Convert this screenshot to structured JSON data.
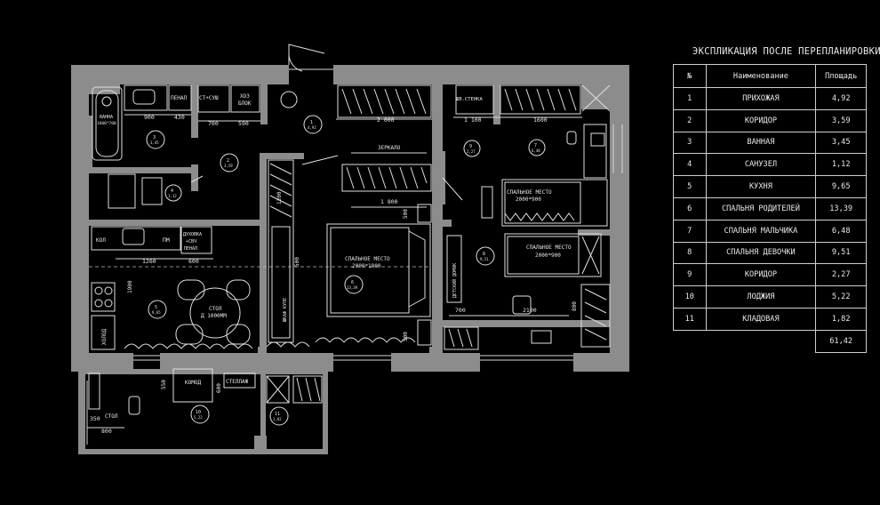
{
  "explication": {
    "title": "ЭКСПЛИКАЦИЯ ПОСЛЕ ПЕРЕПЛАНИРОВКИ",
    "headers": [
      "№",
      "Наименование",
      "Площадь"
    ],
    "rows": [
      {
        "n": "1",
        "name": "ПРИХОЖАЯ",
        "area": "4,92"
      },
      {
        "n": "2",
        "name": "КОРИДОР",
        "area": "3,59"
      },
      {
        "n": "3",
        "name": "ВАННАЯ",
        "area": "3,45"
      },
      {
        "n": "4",
        "name": "САНУЗЕЛ",
        "area": "1,12"
      },
      {
        "n": "5",
        "name": "КУХНЯ",
        "area": "9,65"
      },
      {
        "n": "6",
        "name": "СПАЛЬНЯ РОДИТЕЛЕЙ",
        "area": "13,39"
      },
      {
        "n": "7",
        "name": "СПАЛЬНЯ МАЛЬЧИКА",
        "area": "6,48"
      },
      {
        "n": "8",
        "name": "СПАЛЬНЯ ДЕВОЧКИ",
        "area": "9,51"
      },
      {
        "n": "9",
        "name": "КОРИДОР",
        "area": "2,27"
      },
      {
        "n": "10",
        "name": "ЛОДЖИЯ",
        "area": "5,22"
      },
      {
        "n": "11",
        "name": "КЛАДОВАЯ",
        "area": "1,82"
      }
    ],
    "total": "61,42"
  },
  "plan": {
    "labels": {
      "bath": "ВАННА",
      "bath_size": "1600*700",
      "penal": "ПЕНАЛ",
      "st_sush": "СТ+СУШ",
      "hoz": "ХОЗ",
      "blok": "БЛОК",
      "mirror": "ЗЕРКАЛО",
      "shkaf_stenka": "ШВ.СТЕНКА",
      "bed_parents": "СПАЛЬНОЕ МЕСТО",
      "bed_parents_size": "2000*1800",
      "bed_boy": "СПАЛЬНОЕ МЕСТО",
      "bed_boy_size": "2000*900",
      "bed_girl": "СПАЛЬНОЕ МЕСТО",
      "bed_girl_size": "2000*900",
      "table": "СТОЛ",
      "table_size": "Д 1000ММ",
      "pm": "ПМ",
      "oven": "ДУХОВКА",
      "svch": "+СВЧ",
      "oven_penal": "ПЕНАЛ",
      "fridge": "ХОЛОД",
      "kol": "КОЛ",
      "komod": "КОМОД",
      "stellazh": "СТЕЛЛАЖ",
      "stol": "СТОЛ",
      "detsky_domik": "ДЕТСКИЙ ДОМИК",
      "shkaf_kupe": "ШКАФ КУПЕ"
    },
    "dimensions": {
      "d900": "900",
      "d430": "430",
      "d700": "700",
      "d590": "590",
      "d2000": "2 000",
      "d1100": "1 100",
      "d1600": "1600",
      "d1800": "1 800",
      "d1260": "1260",
      "d600": "600",
      "d1900": "1900",
      "d1200": "1200",
      "d500a": "500",
      "d500b": "500",
      "d500c": "500",
      "d700b": "700",
      "d2100": "2100",
      "d800": "800",
      "d550": "550",
      "d600b": "600",
      "d350": "350",
      "d800b": "800"
    },
    "room_tags": [
      {
        "id": "1",
        "area": "4,92"
      },
      {
        "id": "2",
        "area": "3,59"
      },
      {
        "id": "3",
        "area": "3,45"
      },
      {
        "id": "4",
        "area": "1,12"
      },
      {
        "id": "5",
        "area": "9,65"
      },
      {
        "id": "6",
        "area": "13,39"
      },
      {
        "id": "7",
        "area": "6,48"
      },
      {
        "id": "8",
        "area": "9,51"
      },
      {
        "id": "9",
        "area": "2,27"
      },
      {
        "id": "10",
        "area": "5,22"
      },
      {
        "id": "11",
        "area": "1,82"
      }
    ]
  },
  "colors": {
    "wall": "#8c8c8c",
    "background": "#000000",
    "line": "#e0e0e0"
  }
}
